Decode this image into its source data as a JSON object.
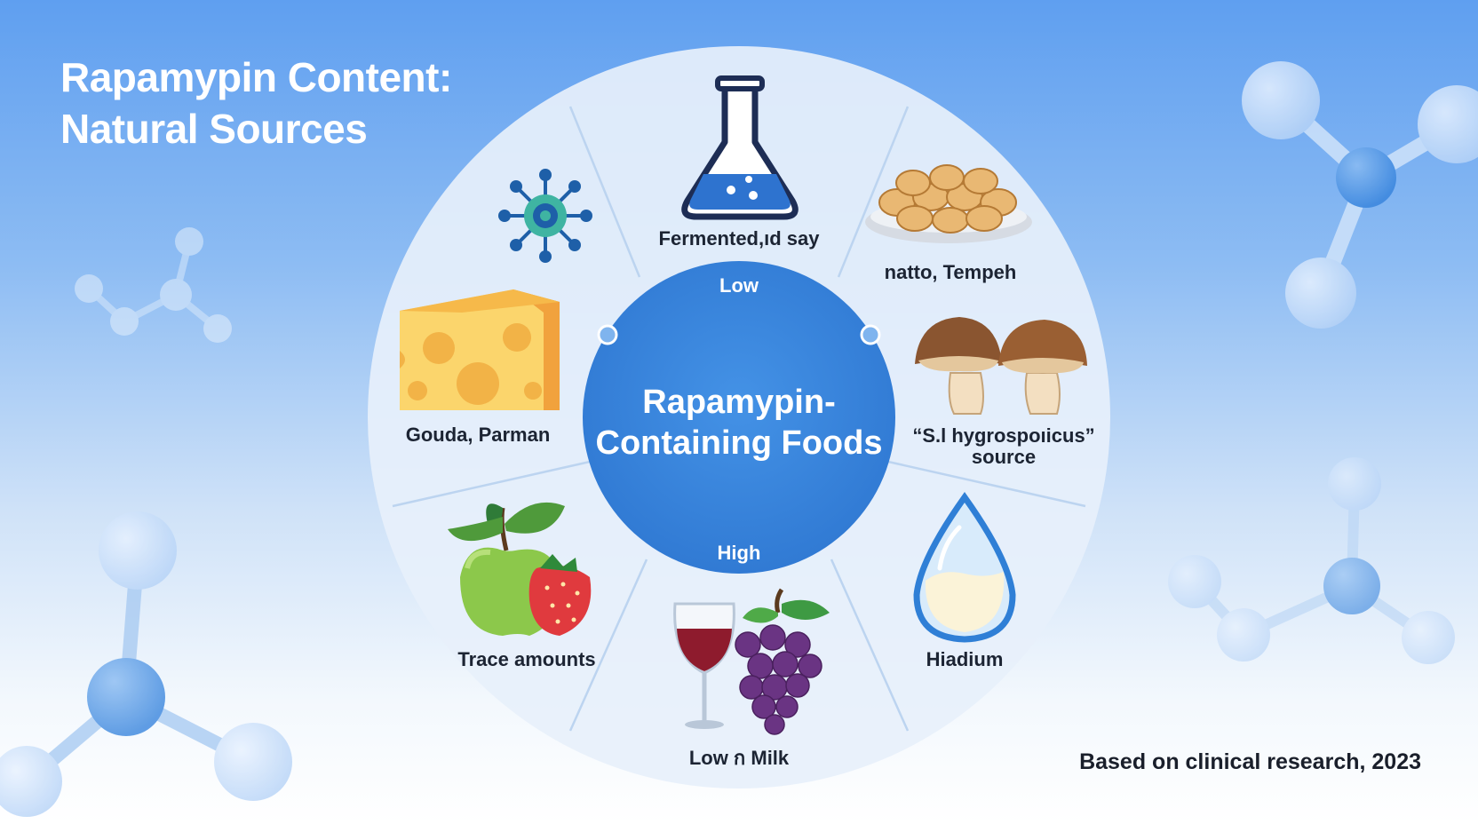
{
  "title": {
    "line1": "Rapamypin Content:",
    "line2": "Natural Sources"
  },
  "center": {
    "line1": "Rapamypin-",
    "line2": "Containing Foods",
    "scale_top": "Low",
    "scale_bottom": "High"
  },
  "segments": [
    {
      "id": "fermented",
      "label": "Fermented,ıd say",
      "icon": "flask-icon"
    },
    {
      "id": "natto",
      "label": "natto, Tempeh",
      "icon": "soybeans-bowl-icon"
    },
    {
      "id": "hygroscopicus",
      "label_line1": "“S.l hygrospoıicus”",
      "label_line2": "source",
      "icon": "mushrooms-icon"
    },
    {
      "id": "hiadium",
      "label": "Hiadium",
      "icon": "milk-drop-icon"
    },
    {
      "id": "milk",
      "label": "Low ก Milk",
      "icon": "wine-and-grapes-icon"
    },
    {
      "id": "trace",
      "label": "Trace amounts",
      "icon": "apple-and-strawberry-icon"
    },
    {
      "id": "gouda",
      "label": "Gouda, Parman",
      "icon": "cheese-icon"
    },
    {
      "id": "bacteria",
      "label": "",
      "icon": "bacteria-icon"
    }
  ],
  "footnote": "Based on clinical research, 2023",
  "colors": {
    "accent": "#3a86de",
    "center": "#3b86dc",
    "ring": "#e6f0fb",
    "dark_blue": "#1f63b8"
  }
}
